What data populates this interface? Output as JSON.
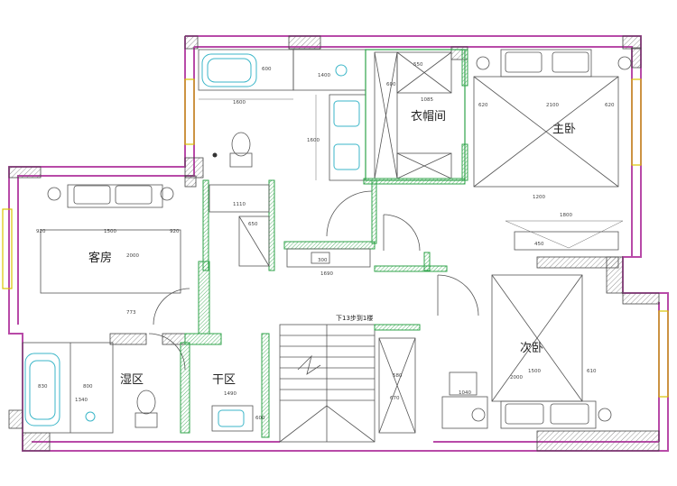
{
  "rooms": {
    "master_bedroom": "主卧",
    "walkin_closet": "衣帽间",
    "guest_room": "客房",
    "second_bedroom": "次卧",
    "wet_area": "湿区",
    "dry_area": "干区"
  },
  "stair_note": "下13步到1楼",
  "dimensions": {
    "bath_top_width": "1600",
    "bath_top_a": "600",
    "bath_top_b": "1400",
    "vanity_h": "1600",
    "closet_a": "550",
    "closet_b": "1085",
    "closet_c": "600",
    "master_a": "620",
    "master_b": "2100",
    "master_c": "620",
    "master_d": "1800",
    "master_e": "450",
    "master_f": "1200",
    "guest_a": "920",
    "guest_b": "1500",
    "guest_c": "920",
    "guest_d": "2000",
    "guest_e": "773",
    "hall_a": "1110",
    "hall_b": "650",
    "hall_c": "1690",
    "hall_d": "300",
    "second_a": "1500",
    "second_b": "610",
    "second_c": "2000",
    "second_d": "1040",
    "wet_a": "830",
    "wet_b": "800",
    "wet_c": "1340",
    "dry_a": "1490",
    "dry_b": "600",
    "stair_a": "670",
    "stair_b": "580"
  }
}
